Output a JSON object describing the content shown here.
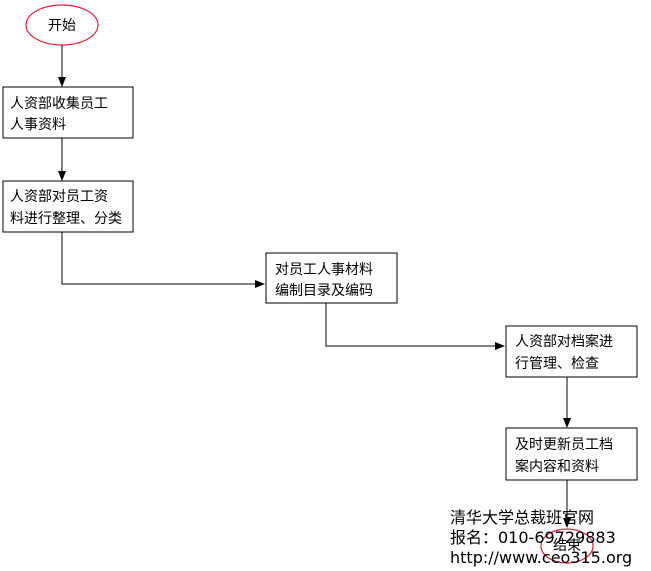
{
  "diagram": {
    "start": {
      "label": "开始"
    },
    "steps": [
      {
        "lines": [
          "人资部收集员工",
          "人事资料"
        ]
      },
      {
        "lines": [
          "人资部对员工资",
          "料进行整理、分类"
        ]
      },
      {
        "lines": [
          "对员工人事材料",
          "编制目录及编码"
        ]
      },
      {
        "lines": [
          "人资部对档案进",
          "行管理、检查"
        ]
      },
      {
        "lines": [
          "及时更新员工档",
          "案内容和资料"
        ]
      }
    ],
    "end": {
      "label": "结束"
    }
  },
  "watermark": {
    "line1": "清华大学总裁班官网",
    "line2": "报名：010-69729883",
    "line3": "http://www.ceo315.org"
  },
  "colors": {
    "start_ellipse": "#e0203a",
    "end_ellipse": "#e0203a",
    "box_border": "#000000",
    "line": "#000000"
  }
}
